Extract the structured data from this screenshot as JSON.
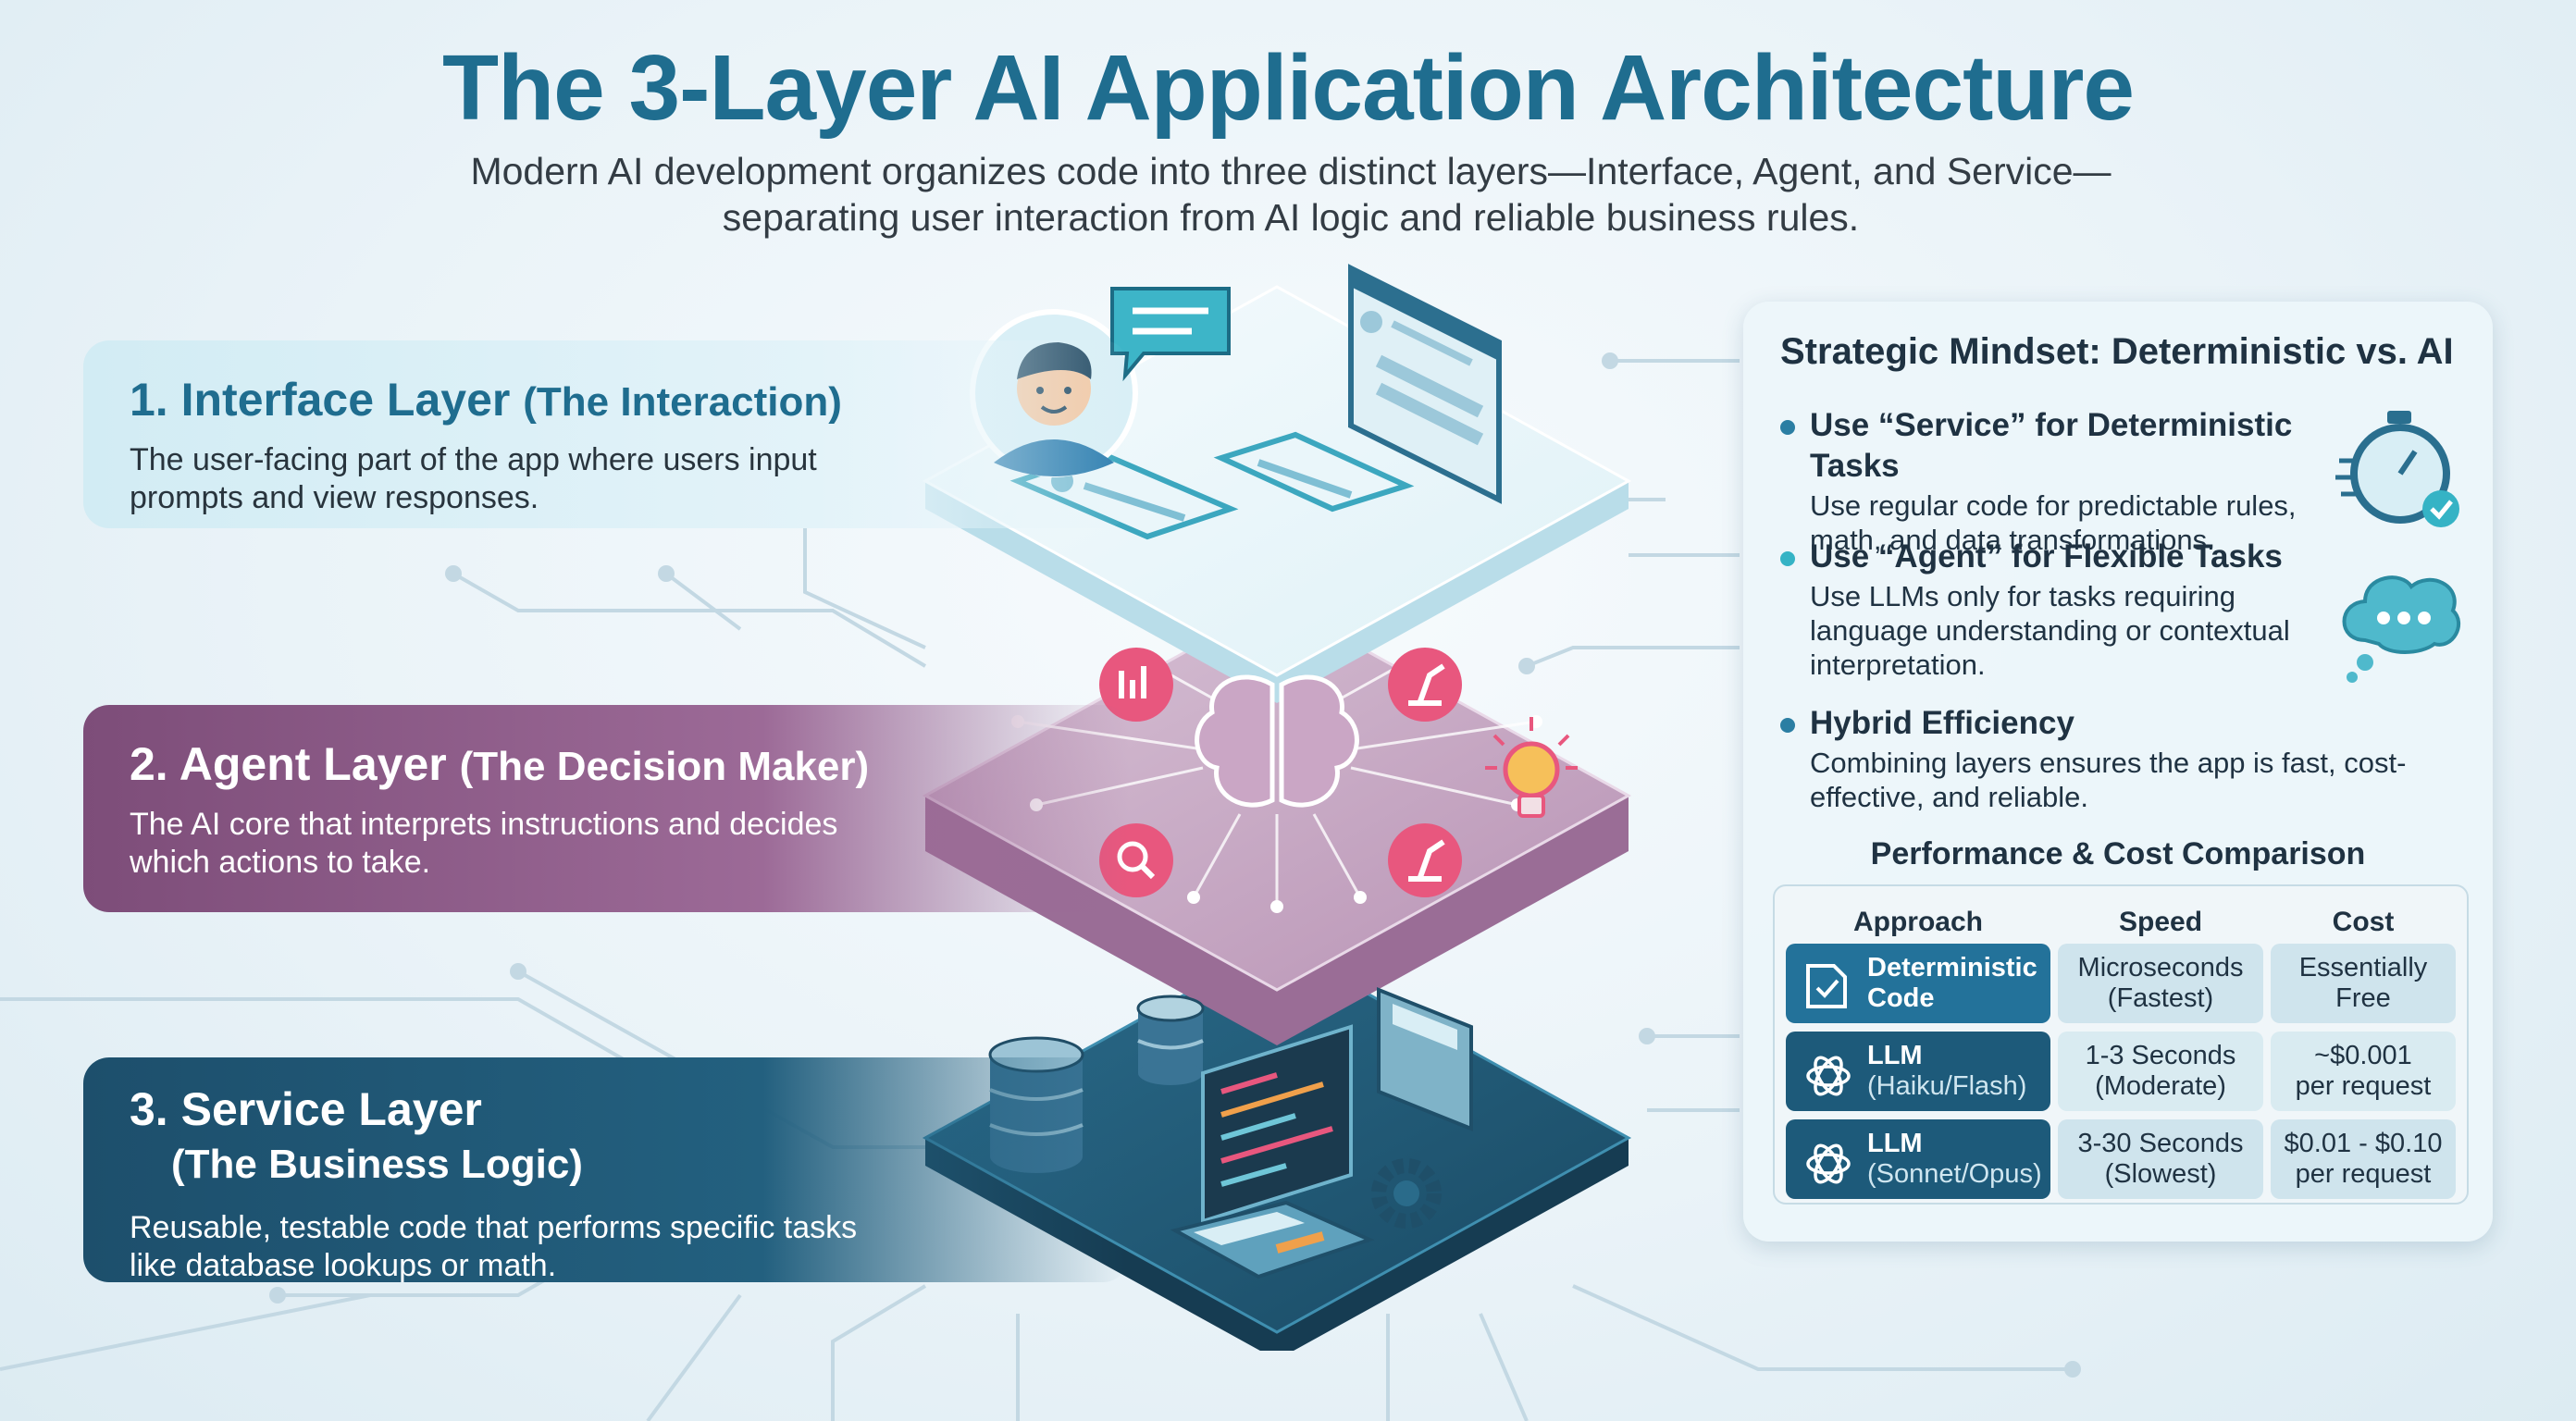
{
  "header": {
    "title": "The 3-Layer AI Application Architecture",
    "subtitle": "Modern AI development organizes code into three distinct layers—Interface, Agent, and Service—separating user interaction from AI logic and reliable business rules."
  },
  "layers": [
    {
      "number": "1.",
      "name": "Interface Layer",
      "role": "(The Interaction)",
      "description": "The user-facing part of the app where users input prompts and view responses."
    },
    {
      "number": "2.",
      "name": "Agent Layer",
      "role": "(The Decision Maker)",
      "description": "The AI core that interprets instructions and decides which actions to take."
    },
    {
      "number": "3.",
      "name": "Service Layer",
      "role": "(The Business Logic)",
      "description": "Reusable, testable code that performs specific tasks like database lookups or math."
    }
  ],
  "panel": {
    "title": "Strategic Mindset: Deterministic vs. AI",
    "items": [
      {
        "heading": "Use “Service” for Deterministic Tasks",
        "body": "Use regular code for predictable rules, math, and data transformations.",
        "icon": "stopwatch-check-icon"
      },
      {
        "heading": "Use “Agent” for Flexible Tasks",
        "body": "Use LLMs only for tasks requiring language understanding or contextual interpretation.",
        "icon": "thought-bubble-icon"
      },
      {
        "heading": "Hybrid Efficiency",
        "body": "Combining layers ensures the app is fast, cost-effective, and reliable."
      }
    ],
    "comparison": {
      "title": "Performance & Cost Comparison",
      "headers": [
        "Approach",
        "Speed",
        "Cost"
      ],
      "rows": [
        {
          "approach_name": "Deterministic",
          "approach_model": "Code",
          "speed_value": "Microseconds",
          "speed_note": "(Fastest)",
          "cost_value": "Essentially",
          "cost_note": "Free",
          "icon": "code-document-icon"
        },
        {
          "approach_name": "LLM",
          "approach_model": "(Haiku/Flash)",
          "speed_value": "1-3 Seconds",
          "speed_note": "(Moderate)",
          "cost_value": "~$0.001",
          "cost_note": "per request",
          "icon": "llm-knot-icon"
        },
        {
          "approach_name": "LLM",
          "approach_model": "(Sonnet/Opus)",
          "speed_value": "3-30 Seconds",
          "speed_note": "(Slowest)",
          "cost_value": "$0.01 - $0.10",
          "cost_note": "per request",
          "icon": "llm-knot-icon"
        }
      ]
    }
  },
  "colors": {
    "title": "#1f6d8f",
    "interface": "#d2ecf4",
    "agent": "#8a5a86",
    "service": "#1d4f6c",
    "accent_pink": "#e8577e",
    "accent_teal": "#35b3c5"
  }
}
